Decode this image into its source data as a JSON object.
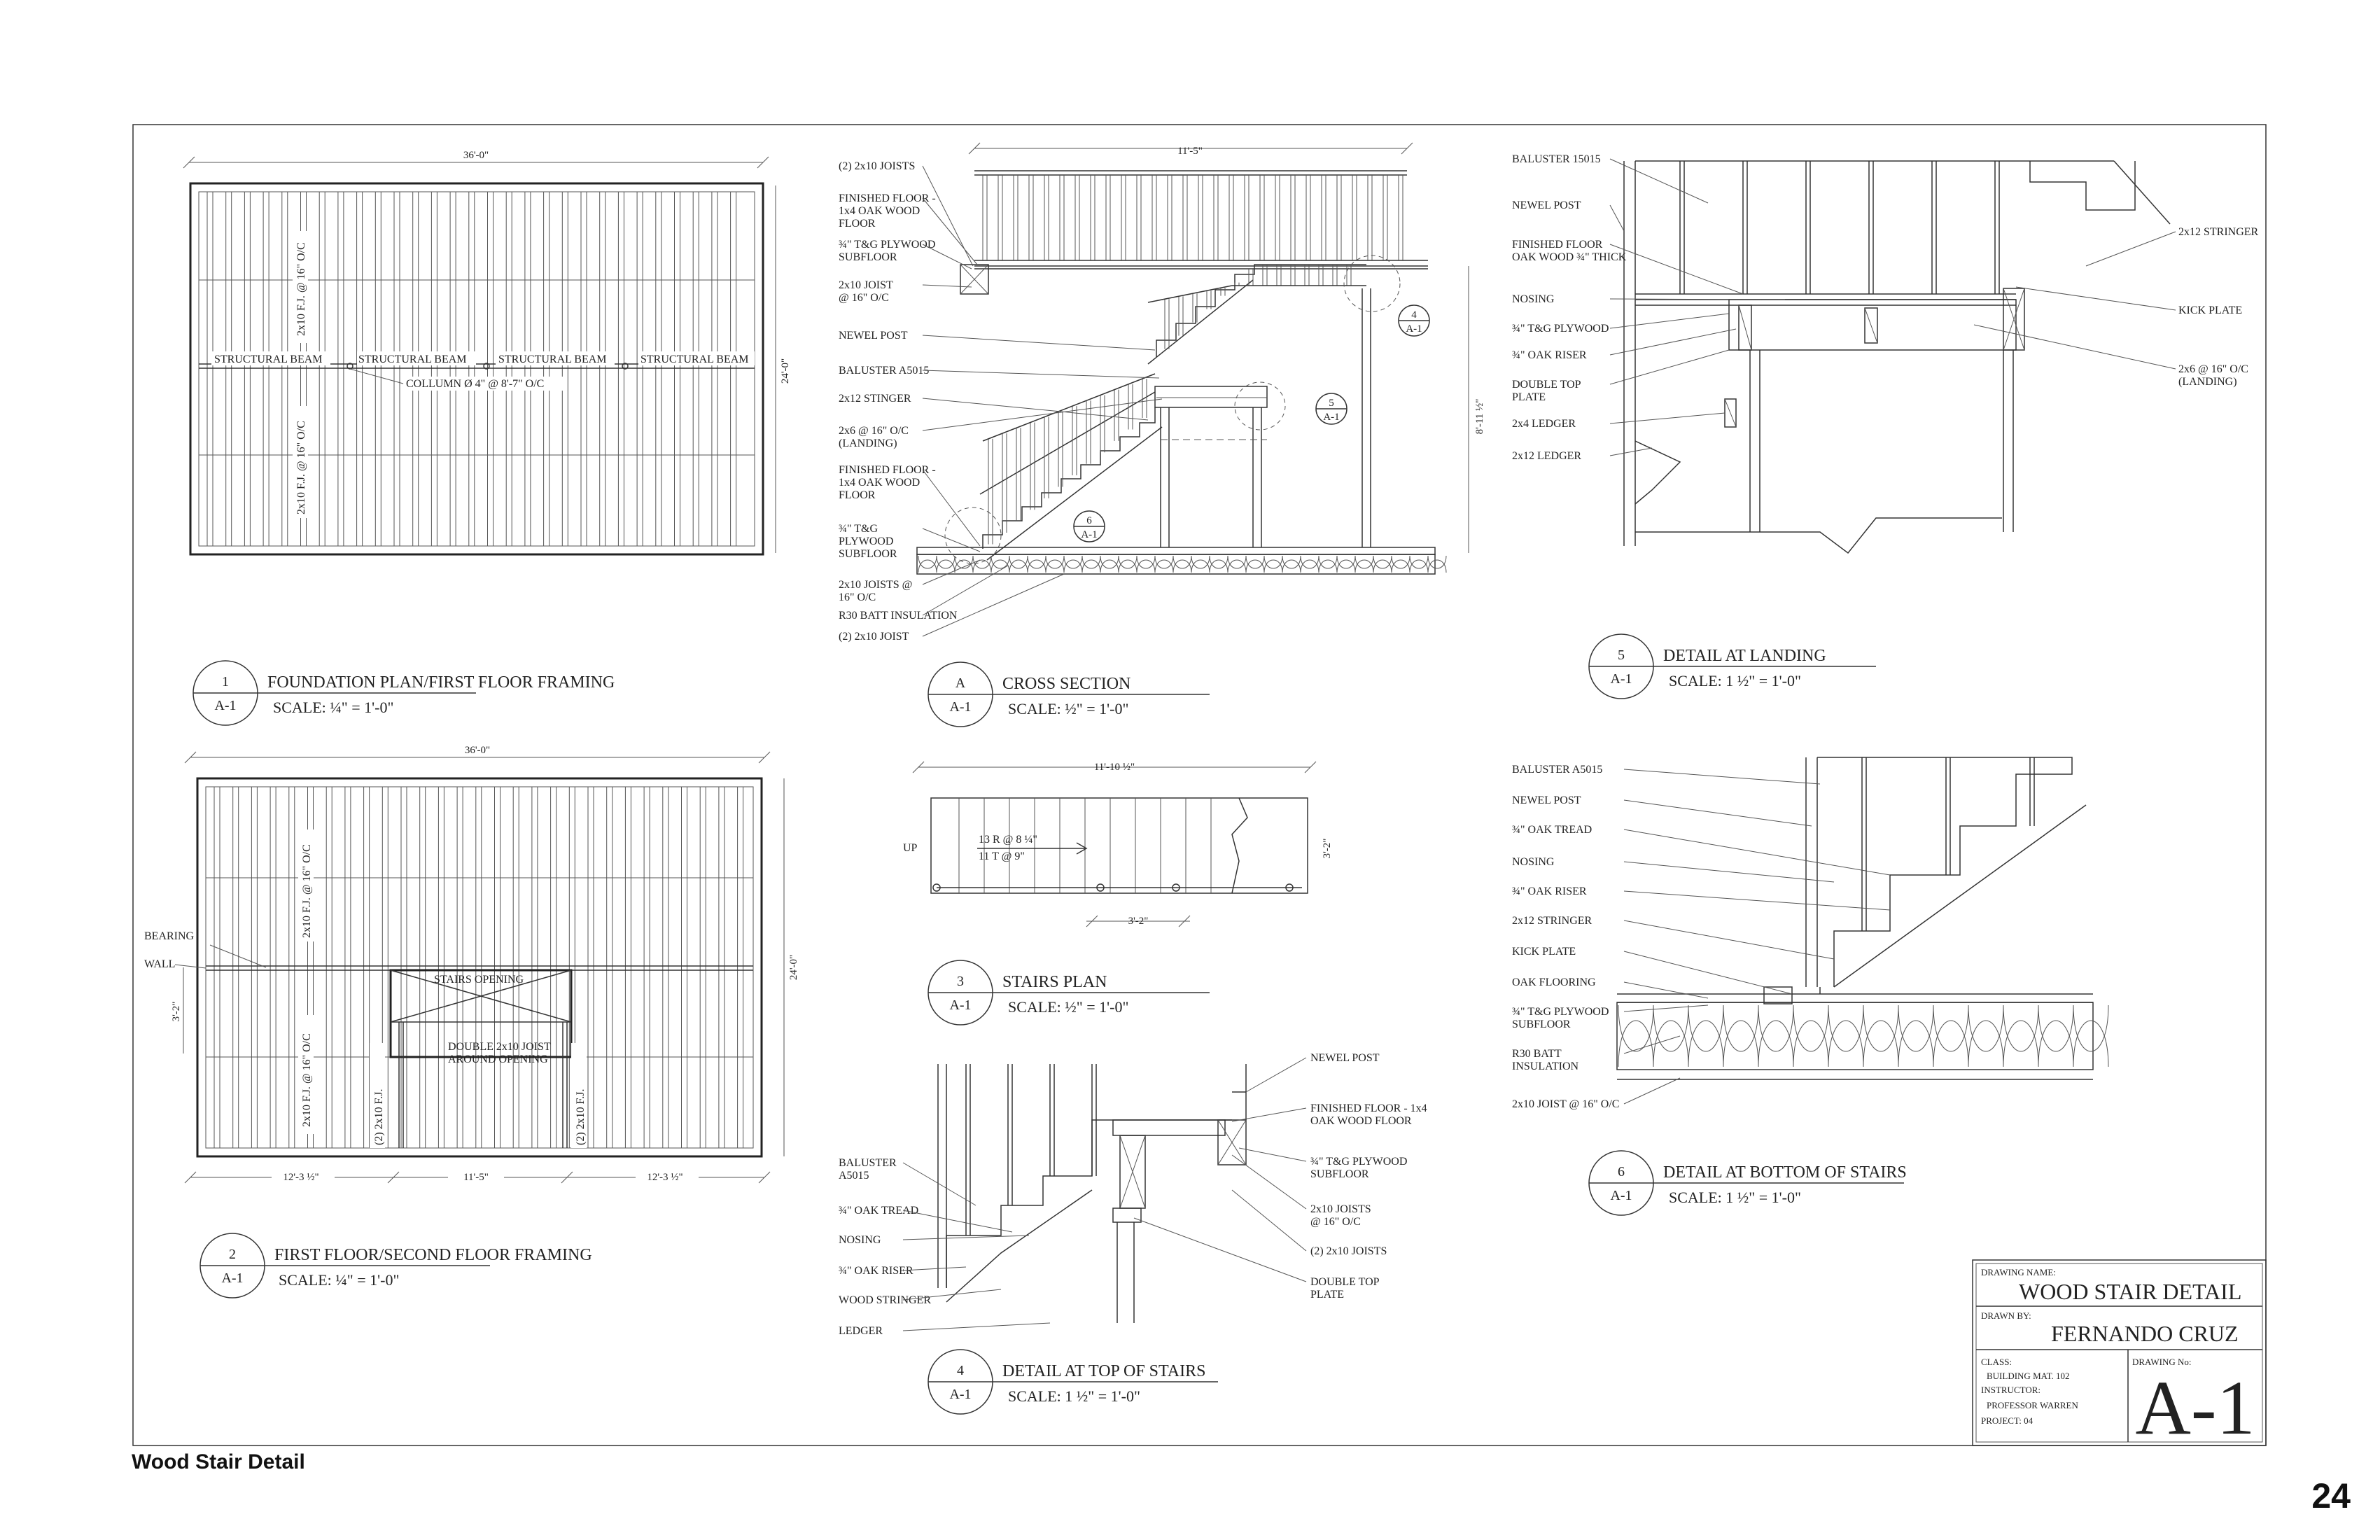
{
  "footer": {
    "caption": "Wood Stair Detail",
    "page_number": "24"
  },
  "details": {
    "d1": {
      "number": "1",
      "sheet": "A-1",
      "title": "FOUNDATION PLAN/FIRST FLOOR FRAMING",
      "scale": "SCALE: ¼\" = 1'-0\"",
      "dim_width": "36'-0\"",
      "dim_height": "24'-0\"",
      "labels": {
        "beam": "STRUCTURAL BEAM",
        "column": "COLLUMN Ø 4\" @ 8'-7\" O/C",
        "joist": "2x10 F.J. @ 16\" O/C"
      }
    },
    "d2": {
      "number": "2",
      "sheet": "A-1",
      "title": "FIRST FLOOR/SECOND FLOOR FRAMING",
      "scale": "SCALE: ¼\" = 1'-0\"",
      "dim_width": "36'-0\"",
      "dim_height": "24'-0\"",
      "dim_side": "3'-2\"",
      "dim_bottom": [
        "12'-3 ½\"",
        "11'-5\"",
        "12'-3 ½\""
      ],
      "labels": {
        "bearing": "BEARING",
        "wall": "WALL",
        "stairs_opening": "STAIRS OPENING",
        "double_joist_1": "DOUBLE 2x10 JOIST",
        "double_joist_2": "AROUND OPENING",
        "joist": "2x10 F.J. @ 16\" O/C",
        "fj": "(2) 2x10 F.J."
      }
    },
    "dA": {
      "number": "A",
      "sheet": "A-1",
      "title": "CROSS SECTION",
      "scale": "SCALE: ½\" = 1'-0\"",
      "dim_top": "11'-5\"",
      "dim_right": "8'-11 ½\"",
      "callouts": [
        [
          "(2) 2x10 JOISTS"
        ],
        [
          "FINISHED FLOOR -",
          "1x4 OAK WOOD",
          "FLOOR"
        ],
        [
          "¾\" T&G PLYWOOD",
          "SUBFLOOR"
        ],
        [
          "2x10 JOIST",
          "@ 16\" O/C"
        ],
        [
          "NEWEL POST"
        ],
        [
          "BALUSTER A5015"
        ],
        [
          "2x12 STINGER"
        ],
        [
          "2x6 @ 16\" O/C",
          "(LANDING)"
        ],
        [
          "FINISHED FLOOR -",
          "1x4 OAK WOOD",
          "FLOOR"
        ],
        [
          "¾\" T&G",
          "PLYWOOD",
          "SUBFLOOR"
        ],
        [
          "2x10 JOISTS @",
          "16\" O/C"
        ],
        [
          "R30 BATT INSULATION"
        ],
        [
          "(2) 2x10 JOIST"
        ]
      ],
      "refs": {
        "r4": "4",
        "r5": "5",
        "r6": "6",
        "sheet": "A-1"
      }
    },
    "d3": {
      "number": "3",
      "sheet": "A-1",
      "title": "STAIRS PLAN",
      "scale": "SCALE: ½\" = 1'-0\"",
      "dim_top": "11'-10 ½\"",
      "dim_right": "3'-2\"",
      "dim_bottom": "3'-2\"",
      "labels": {
        "up": "UP",
        "risers": "13 R @ 8 ¼\"",
        "treads": "11 T @ 9\""
      }
    },
    "d4": {
      "number": "4",
      "sheet": "A-1",
      "title": "DETAIL AT TOP OF STAIRS",
      "scale": "SCALE: 1 ½\" = 1'-0\"",
      "left": [
        [
          "BALUSTER",
          "A5015"
        ],
        [
          "¾\" OAK TREAD"
        ],
        [
          "NOSING"
        ],
        [
          "¾\" OAK RISER"
        ],
        [
          "WOOD STRINGER"
        ],
        [
          "LEDGER"
        ]
      ],
      "right": [
        [
          "NEWEL POST"
        ],
        [
          "FINISHED FLOOR - 1x4",
          "OAK WOOD FLOOR"
        ],
        [
          "¾\" T&G PLYWOOD",
          "SUBFLOOR"
        ],
        [
          "2x10 JOISTS",
          "@ 16\" O/C"
        ],
        [
          "(2) 2x10 JOISTS"
        ],
        [
          "DOUBLE TOP",
          "PLATE"
        ]
      ]
    },
    "d5": {
      "number": "5",
      "sheet": "A-1",
      "title": "DETAIL AT LANDING",
      "scale": "SCALE: 1 ½\" = 1'-0\"",
      "left": [
        [
          "BALUSTER 15015"
        ],
        [
          "NEWEL POST"
        ],
        [
          "FINISHED FLOOR",
          "OAK WOOD ¾\" THICK"
        ],
        [
          "NOSING"
        ],
        [
          "¾\" T&G PLYWOOD"
        ],
        [
          "¾\" OAK RISER"
        ],
        [
          "DOUBLE TOP",
          "PLATE"
        ],
        [
          "2x4 LEDGER"
        ],
        [
          "2x12 LEDGER"
        ]
      ],
      "right": [
        [
          "2x12 STRINGER"
        ],
        [
          "KICK PLATE"
        ],
        [
          "2x6 @ 16\" O/C",
          "(LANDING)"
        ]
      ]
    },
    "d6": {
      "number": "6",
      "sheet": "A-1",
      "title": "DETAIL AT BOTTOM OF STAIRS",
      "scale": "SCALE: 1 ½\" = 1'-0\"",
      "left": [
        [
          "BALUSTER A5015"
        ],
        [
          "NEWEL POST"
        ],
        [
          "¾\" OAK TREAD"
        ],
        [
          "NOSING"
        ],
        [
          "¾\" OAK RISER"
        ],
        [
          "2x12 STRINGER"
        ],
        [
          "KICK PLATE"
        ],
        [
          "OAK FLOORING"
        ],
        [
          "¾\" T&G PLYWOOD",
          "SUBFLOOR"
        ],
        [
          "R30 BATT",
          "INSULATION"
        ],
        [
          "2x10 JOIST @ 16\" O/C"
        ]
      ]
    }
  },
  "title_block": {
    "drawing_name_label": "DRAWING NAME:",
    "drawing_name": "WOOD STAIR DETAIL",
    "drawn_by_label": "DRAWN BY:",
    "drawn_by": "FERNANDO CRUZ",
    "class_label": "CLASS:",
    "class_value": "BUILDING MAT. 102",
    "instructor_label": "INSTRUCTOR:",
    "instructor_value": "PROFESSOR WARREN",
    "project": "PROJECT: 04",
    "drawing_no_label": "DRAWING No:",
    "drawing_no": "A-1"
  }
}
